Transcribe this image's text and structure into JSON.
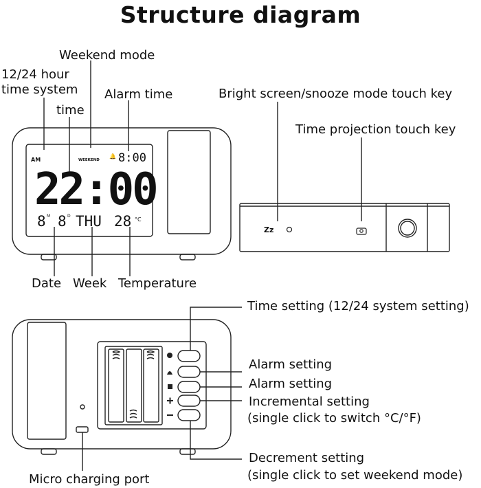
{
  "title": "Structure diagram",
  "front": {
    "labels": {
      "hour_system": [
        "12/24 hour",
        "time system"
      ],
      "weekend_mode": "Weekend mode",
      "time": "time",
      "alarm_time": "Alarm time",
      "date": "Date",
      "week": "Week",
      "temperature": "Temperature"
    },
    "display": {
      "am": "AM",
      "weekend": "WEEKEND",
      "alarm_time": "8:00",
      "main_time": "22:00",
      "month": "8",
      "month_unit": "M",
      "day": "8",
      "day_unit": "D",
      "week": "THU",
      "temperature": "28",
      "temp_unit": "°C"
    }
  },
  "top": {
    "labels": {
      "bright_snooze": "Bright screen/snooze mode touch key",
      "time_projection": "Time projection touch key"
    },
    "key_label": "Zz"
  },
  "back": {
    "labels": {
      "time_setting": "Time setting (12/24 system setting)",
      "alarm_setting_1": "Alarm setting",
      "alarm_setting_2": "Alarm setting",
      "incremental": [
        "Incremental setting",
        "(single click to switch °C/°F)"
      ],
      "decrement": [
        "Decrement setting",
        "(single click to set weekend mode)"
      ],
      "charging_port": "Micro charging port"
    },
    "button_icons": [
      "clock-icon",
      "bell-icon",
      "snooze-icon",
      "plus-icon",
      "minus-icon"
    ],
    "plus_symbol": "+",
    "minus_symbol": "−"
  }
}
